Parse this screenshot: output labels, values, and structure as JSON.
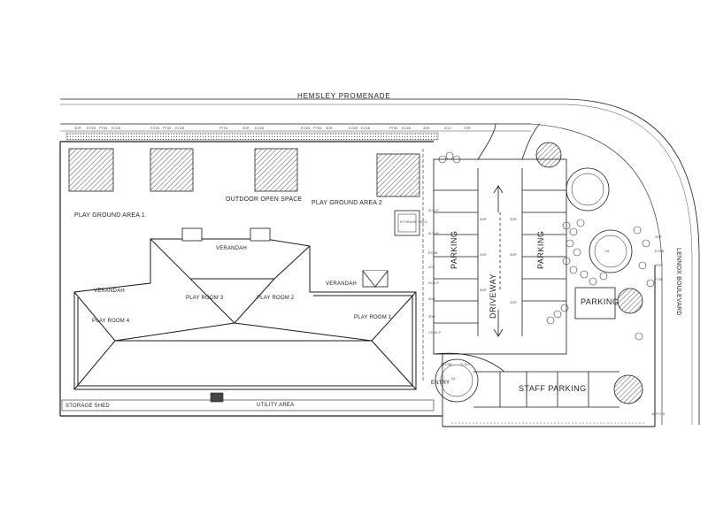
{
  "labels": {
    "street_top": "HEMSLEY PROMENADE",
    "street_right": "LENNOX BOULEVARD",
    "outdoor_space": "OUTDOOR OPEN SPACE",
    "play_ground_1": "PLAY GROUND AREA 1",
    "play_ground_2": "PLAY GROUND AREA 2",
    "play_room_1": "PLAY ROOM 1",
    "play_room_2": "PLAY ROOM 2",
    "play_room_3": "PLAY ROOM 3",
    "play_room_4": "PLAY ROOM 4",
    "verandah_1": "VERANDAH",
    "verandah_2": "VERANDAH",
    "verandah_3": "VERANDAH",
    "storage_shed": "STORAGE SHED",
    "utility_area": "UTILITY AREA",
    "entry": "ENTRY",
    "parking_left": "PARKING",
    "parking_mid": "PARKING",
    "parking_right": "PARKING",
    "driveway": "DRIVEWAY",
    "staff_parking": "STAFF PARKING",
    "storage_shed_2": "STORAGE SHED"
  },
  "plant_codes_top": [
    "3DR",
    "EC5B",
    "PT55",
    "EC5B",
    "EC5B",
    "PT55",
    "EC5B",
    "PT55",
    "3DR",
    "EC5B",
    "EC5B",
    "PT55",
    "3DR",
    "EC5B",
    "EC5B",
    "PT55",
    "EC5B",
    "3DR",
    "3CA",
    "7DR"
  ],
  "plant_codes_side": [
    "2LSLP",
    "5LSLP",
    "EC5B",
    "4CF",
    "SLSLP",
    "5DR",
    "2DR",
    "1TLSLP"
  ],
  "plant_codes_mid": [
    "3DR",
    "2DR",
    "5DR",
    "3DR",
    "5DR",
    "2DR"
  ],
  "plant_codes_right": [
    "3DR",
    "EC5B",
    "6GR",
    "FTM"
  ],
  "plant_codes_bottom": [
    "3EC5B",
    "7LSLP",
    "1EPTOS"
  ],
  "circle_labels": [
    "NL",
    "NL"
  ],
  "colors": {
    "line": "#1a1a1a",
    "hatch": "#5a5a5a",
    "paper": "#ffffff"
  }
}
